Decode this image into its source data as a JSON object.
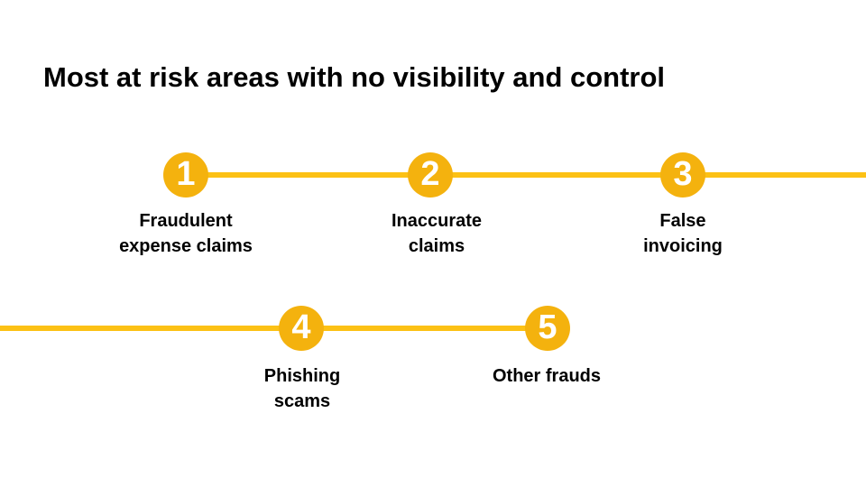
{
  "slide": {
    "title": "Most at risk areas with no visibility and control",
    "colors": {
      "background": "#FFFFFF",
      "circle_fill": "#F4B20E",
      "connector_line": "#FCC115",
      "number_text": "#FFFFFF",
      "label_text": "#000000",
      "title_text": "#000000"
    },
    "steps": [
      {
        "number": "1",
        "label": "Fraudulent expense claims",
        "label_lines": [
          "Fraudulent",
          "expense claims"
        ]
      },
      {
        "number": "2",
        "label": "Inaccurate claims",
        "label_lines": [
          "Inaccurate",
          "claims"
        ]
      },
      {
        "number": "3",
        "label": "False invoicing",
        "label_lines": [
          "False",
          "invoicing"
        ]
      },
      {
        "number": "4",
        "label": "Phishing scams",
        "label_lines": [
          "Phishing",
          "scams"
        ]
      },
      {
        "number": "5",
        "label": "Other frauds",
        "label_lines": [
          "Other frauds"
        ]
      }
    ]
  }
}
